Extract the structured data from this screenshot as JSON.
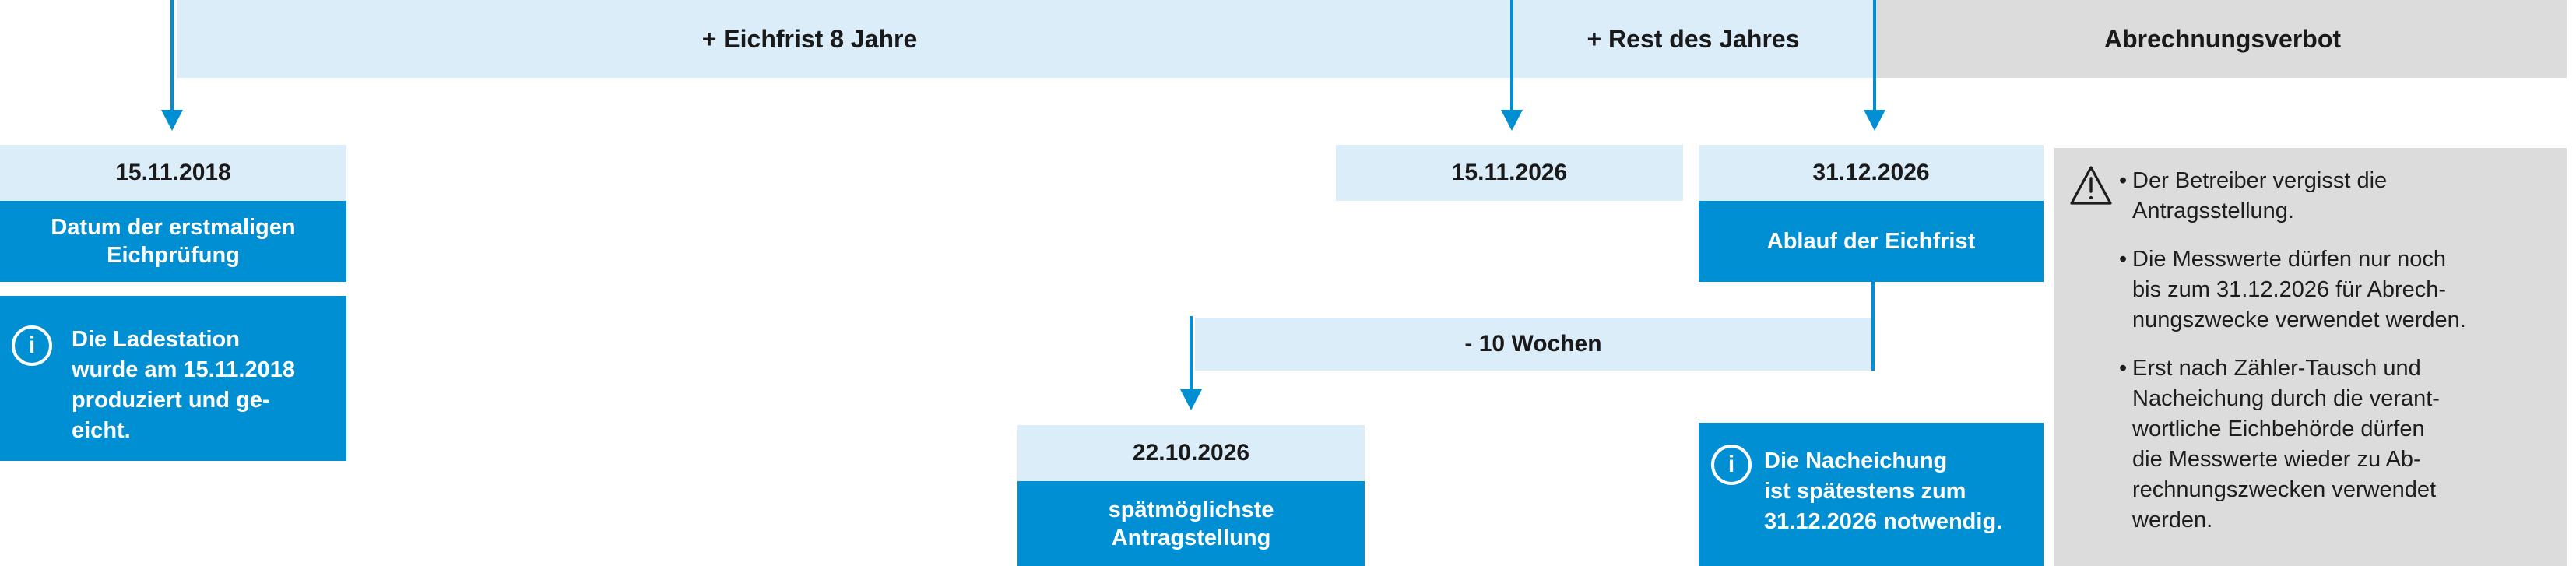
{
  "colors": {
    "accent_blue": "#008FD2",
    "light_blue": "#DCEDFA",
    "band_gray": "#DCDCDC",
    "text_dark": "#1A1A1A"
  },
  "top_bands": {
    "eichfrist": "+ Eichfrist 8 Jahre",
    "rest_des_jahres": "+ Rest des Jahres",
    "abrechnungsverbot": "Abrechnungsverbot"
  },
  "milestones": {
    "erstpruefung": {
      "date": "15.11.2018",
      "label": "Datum der erstmaligen\nEichprüfung"
    },
    "frist_ende": {
      "date": "15.11.2026"
    },
    "ablauf": {
      "date": "31.12.2026",
      "label": "Ablauf der Eichfrist"
    },
    "antrag": {
      "date": "22.10.2026",
      "label": "spätmöglichste\nAntragstellung"
    }
  },
  "duration": {
    "label": "- 10 Wochen"
  },
  "info_boxes": {
    "icon_glyph": "i",
    "ladestation": {
      "text": "Die Ladestation\nwurde am 15.11.2018\nproduziert und ge-\neicht."
    },
    "nacheichung": {
      "text": "Die Nacheichung\nist spätestens zum\n31.12.2026 notwendig."
    }
  },
  "warning_panel": {
    "bullets": [
      "Der Betreiber vergisst die\nAntragsstellung.",
      "Die Messwerte dürfen nur noch\nbis zum 31.12.2026 für Abrech-\nnungszwecke verwendet werden.",
      "Erst nach Zähler-Tausch und\nNacheichung durch die verant-\nwortliche Eichbehörde dürfen\ndie Messwerte wieder zu Ab-\nrechnungszwecken verwendet\nwerden."
    ]
  }
}
